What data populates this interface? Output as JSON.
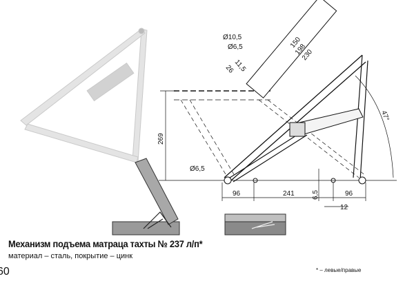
{
  "title": "Механизм подъема матраца тахты № 237 л/п*",
  "subtitle": "материал – сталь, покрытие – цинк",
  "page_number": "60",
  "footnote": "* – левые/правые",
  "dimensions": {
    "d10_5": "Ø10,5",
    "d6_5_top": "Ø6,5",
    "d11_5": "11,5",
    "d26": "26",
    "d150": "150",
    "d198": "198",
    "d230": "230",
    "angle": "47°",
    "d269": "269",
    "d6_5_bottom": "Ø6,5",
    "d96_left": "96",
    "d241": "241",
    "d6_5_vert": "6,5",
    "d96_right": "96",
    "d12": "12"
  }
}
